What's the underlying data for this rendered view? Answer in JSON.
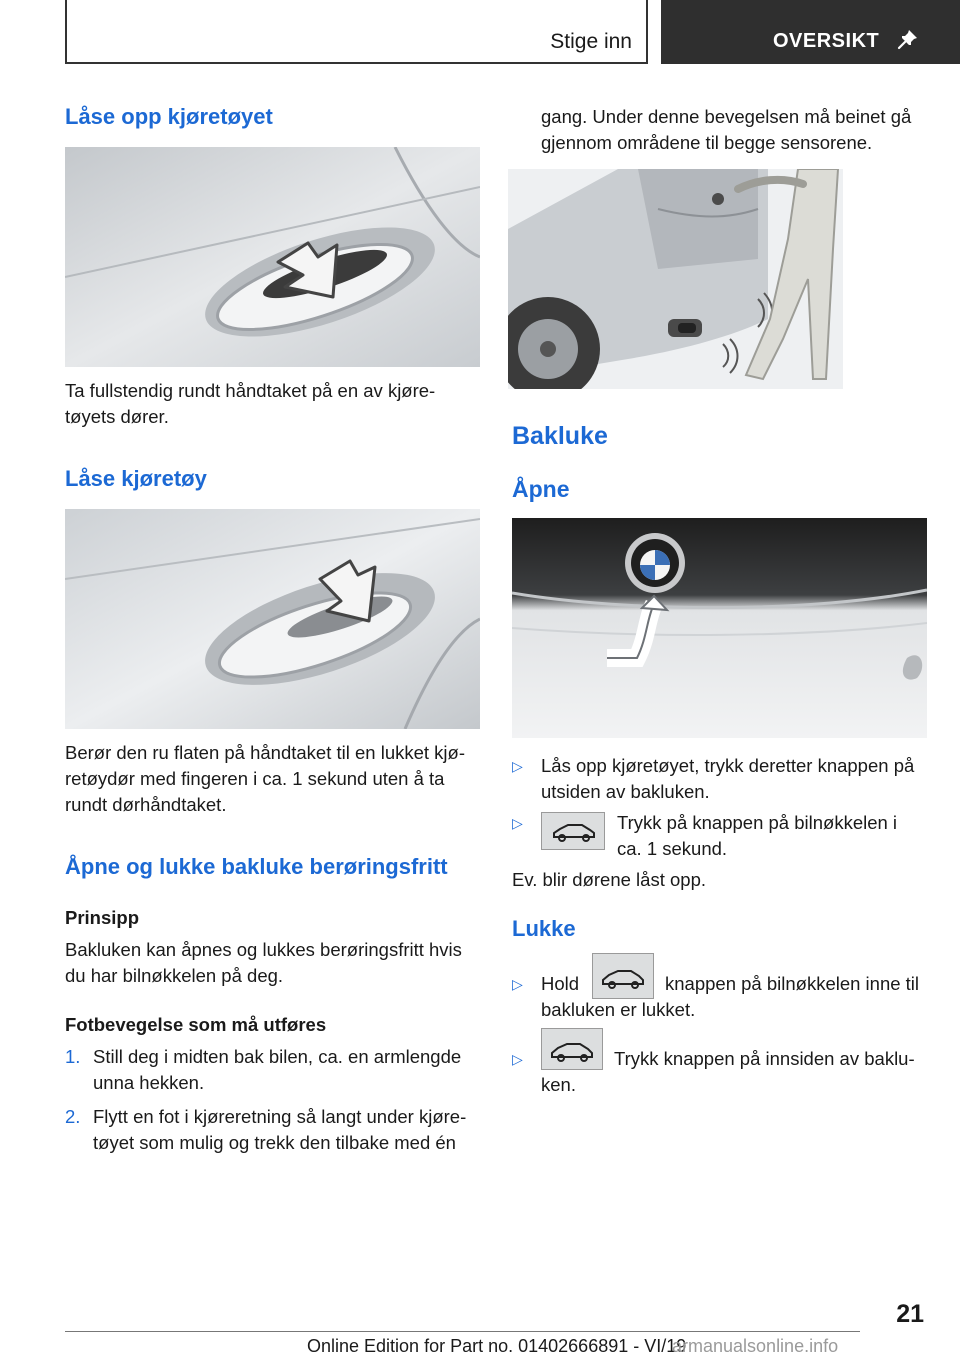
{
  "header": {
    "section_tab": "Stige inn",
    "overview_tab": "OVERSIKT"
  },
  "left": {
    "h_unlock": "Låse opp kjøretøyet",
    "p_unlock_1": "Ta fullstendig rundt håndtaket på en av kjøre‐",
    "p_unlock_2": "tøyets dører.",
    "h_lock": "Låse kjøretøy",
    "p_lock_1": "Berør den ru flaten på håndtaket til en lukket kjø‐",
    "p_lock_2": "retøydør med fingeren i ca. 1 sekund uten å ta",
    "p_lock_3": "rundt dørhåndtaket.",
    "h_touchless": "Åpne og lukke bakluke berøringsfritt",
    "sub_principle": "Prinsipp",
    "p_principle_1": "Bakluken kan åpnes og lukkes berøringsfritt hvis",
    "p_principle_2": "du har bilnøkkelen på deg.",
    "sub_foot": "Fotbevegelse som må utføres",
    "steps": [
      {
        "num": "1.",
        "l1": "Still deg i midten bak bilen, ca. en armlengde",
        "l2": "unna hekken."
      },
      {
        "num": "2.",
        "l1": "Flytt en fot i kjøreretning så langt under kjøre‐",
        "l2": "tøyet som mulig og trekk den tilbake med én"
      }
    ]
  },
  "right": {
    "p_cont_1": "gang. Under denne bevegelsen må beinet gå",
    "p_cont_2": "gjennom områdene til begge sensorene.",
    "h_tailgate": "Bakluke",
    "h_open": "Åpne",
    "open_items": [
      {
        "bullet": "▷",
        "l1": "Lås opp kjøretøyet, trykk deretter knappen på",
        "l2": "utsiden av bakluken."
      },
      {
        "bullet": "▷",
        "l1": "Trykk på knappen på bilnøkkelen i",
        "l2": "ca. 1 sekund."
      }
    ],
    "p_open_note": "Ev. blir dørene låst opp.",
    "h_close": "Lukke",
    "close_items": [
      {
        "bullet": "▷",
        "pre": "Hold",
        "l1": "knappen på bilnøkkelen inne til",
        "l2": "bakluken er lukket."
      },
      {
        "bullet": "▷",
        "l1": "Trykk knappen på innsiden av baklu‐",
        "l2": "ken."
      }
    ]
  },
  "footer": {
    "page_number": "21",
    "edition": "Online Edition for Part no. 01402666891 - VI/19",
    "site": "armanualsonline.info"
  }
}
